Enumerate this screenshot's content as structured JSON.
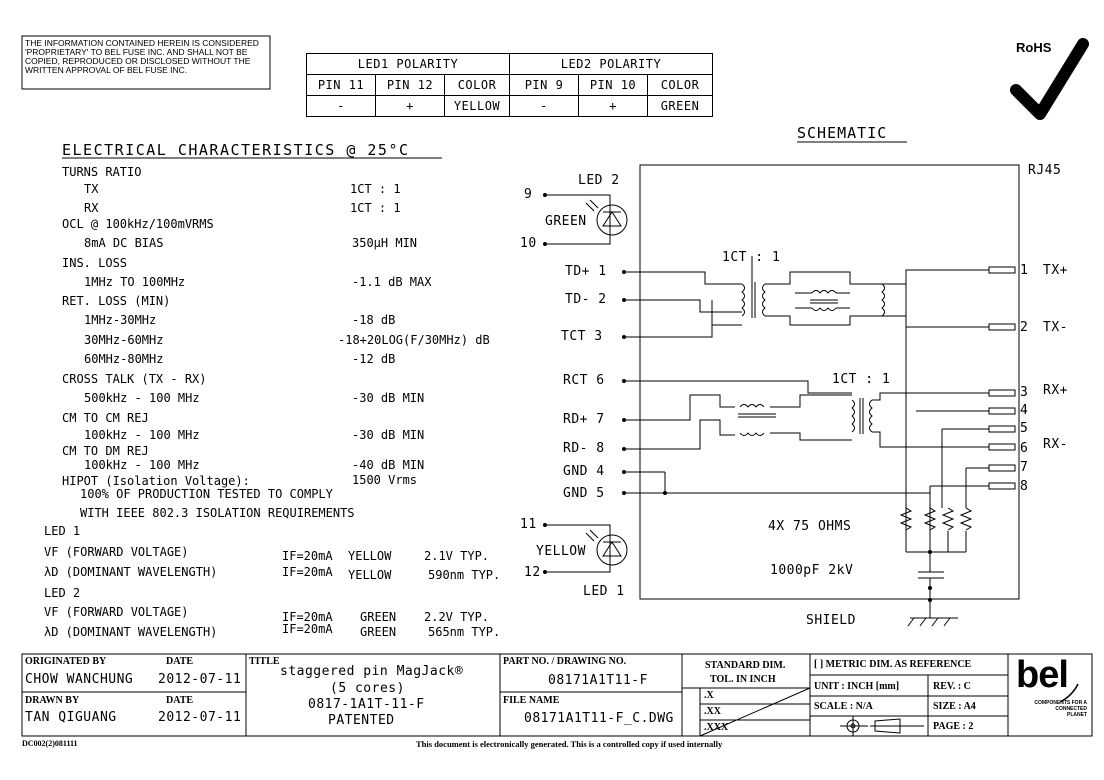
{
  "notice": {
    "lines": [
      "THE INFORMATION CONTAINED HEREIN IS CONSIDERED",
      "'PROPRIETARY' TO BEL FUSE INC. AND SHALL NOT BE",
      "COPIED, REPRODUCED OR DISCLOSED WITHOUT THE",
      "WRITTEN APPROVAL OF BEL FUSE INC."
    ]
  },
  "led_polarity": {
    "led1_title": "LED1 POLARITY",
    "led2_title": "LED2 POLARITY",
    "led1_headers": [
      "PIN 11",
      "PIN 12",
      "COLOR"
    ],
    "led1_values": [
      "-",
      "+",
      "YELLOW"
    ],
    "led2_headers": [
      "PIN 9",
      "PIN 10",
      "COLOR"
    ],
    "led2_values": [
      "-",
      "+",
      "GREEN"
    ]
  },
  "rohs": {
    "label": "RoHS"
  },
  "electrical": {
    "title": "ELECTRICAL CHARACTERISTICS @ 25°C",
    "rows": [
      {
        "label": "TURNS RATIO",
        "value": ""
      },
      {
        "label": "TX",
        "value": "1CT : 1"
      },
      {
        "label": "RX",
        "value": "1CT : 1"
      },
      {
        "label": "OCL @ 100kHz/100mVRMS",
        "value": ""
      },
      {
        "label": "8mA DC BIAS",
        "value": "350µH MIN"
      },
      {
        "label": "INS. LOSS",
        "value": ""
      },
      {
        "label": "1MHz TO 100MHz",
        "value": "-1.1 dB MAX"
      },
      {
        "label": "RET. LOSS (MIN)",
        "value": ""
      },
      {
        "label": "1MHz-30MHz",
        "value": "-18 dB"
      },
      {
        "label": "30MHz-60MHz",
        "value": "-18+20LOG(F/30MHz) dB"
      },
      {
        "label": "60MHz-80MHz",
        "value": "-12 dB"
      },
      {
        "label": "CROSS TALK (TX - RX)",
        "value": ""
      },
      {
        "label": "500kHz - 100 MHz",
        "value": "-30 dB MIN"
      },
      {
        "label": "CM TO CM REJ",
        "value": ""
      },
      {
        "label": "100kHz - 100 MHz",
        "value": "-30 dB MIN"
      },
      {
        "label": "CM TO DM REJ",
        "value": ""
      },
      {
        "label": "100kHz - 100 MHz",
        "value": "-40 dB MIN"
      },
      {
        "label": "HIPOT (Isolation Voltage):",
        "value": "1500 Vrms"
      }
    ],
    "hipot_note1": "100% OF PRODUCTION TESTED TO COMPLY",
    "hipot_note2": "WITH IEEE 802.3 ISOLATION REQUIREMENTS"
  },
  "led_specs": {
    "led1_title": "LED 1",
    "led1_rows": [
      {
        "label": "VF (FORWARD VOLTAGE)",
        "cond": "IF=20mA",
        "color": "YELLOW",
        "value": "2.1V TYP."
      },
      {
        "label": "λD (DOMINANT WAVELENGTH)",
        "cond": "IF=20mA",
        "color": "YELLOW",
        "value": "590nm TYP."
      }
    ],
    "led2_title": "LED 2",
    "led2_rows": [
      {
        "label": "VF (FORWARD VOLTAGE)",
        "cond": "IF=20mA",
        "color": "GREEN",
        "value": "2.2V TYP."
      },
      {
        "label": "λD (DOMINANT WAVELENGTH)",
        "cond": "IF=20mA",
        "color": "GREEN",
        "value": "565nm TYP."
      }
    ]
  },
  "schematic": {
    "title": "SCHEMATIC",
    "rj45": "RJ45",
    "led2_label": "LED 2",
    "led2_color": "GREEN",
    "led1_label": "LED 1",
    "led1_color": "YELLOW",
    "ratio_tx": "1CT : 1",
    "ratio_rx": "1CT : 1",
    "resistors": "4X 75 OHMS",
    "capacitor": "1000pF 2kV",
    "shield": "SHIELD",
    "left_pins": [
      "9",
      "10",
      "TD+ 1",
      "TD- 2",
      "TCT 3",
      "RCT 6",
      "RD+ 7",
      "RD- 8",
      "GND 4",
      "GND 5",
      "11",
      "12"
    ],
    "right_pins": [
      "1",
      "2",
      "3",
      "4",
      "5",
      "6",
      "7",
      "8"
    ],
    "right_signals": [
      "TX+",
      "TX-",
      "RX+",
      "RX-"
    ]
  },
  "title_block": {
    "originated_by_label": "ORIGINATED BY",
    "originated_by": "CHOW WANCHUNG",
    "date_label": "DATE",
    "originated_date": "2012-07-11",
    "drawn_by_label": "DRAWN BY",
    "drawn_by": "TAN QIGUANG",
    "drawn_date": "2012-07-11",
    "title_label": "TITLE",
    "title_lines": [
      "staggered pin MagJack®",
      "(5 cores)",
      "0817-1A1T-11-F",
      "PATENTED"
    ],
    "part_no_label": "PART NO. / DRAWING NO.",
    "part_no": "08171A1T11-F",
    "file_name_label": "FILE NAME",
    "file_name": "08171A1T11-F_C.DWG",
    "std_dim_label": "STANDARD DIM.",
    "tol_label": "TOL. IN INCH",
    "tol_rows": [
      ".X",
      ".XX",
      ".XXX"
    ],
    "metric_note": "[ ] METRIC DIM. AS REFERENCE",
    "unit": "UNIT : INCH [mm]",
    "rev": "REV. : C",
    "scale": "SCALE : N/A",
    "size": "SIZE : A4",
    "page": "PAGE : 2",
    "logo": "bel",
    "logo_tag": [
      "COMPONENTS FOR A",
      "CONNECTED",
      "PLANET"
    ]
  },
  "footer": {
    "doc_code": "DC002(2)081111",
    "notice": "This document is electronically generated. This is a controlled copy if used internally"
  }
}
